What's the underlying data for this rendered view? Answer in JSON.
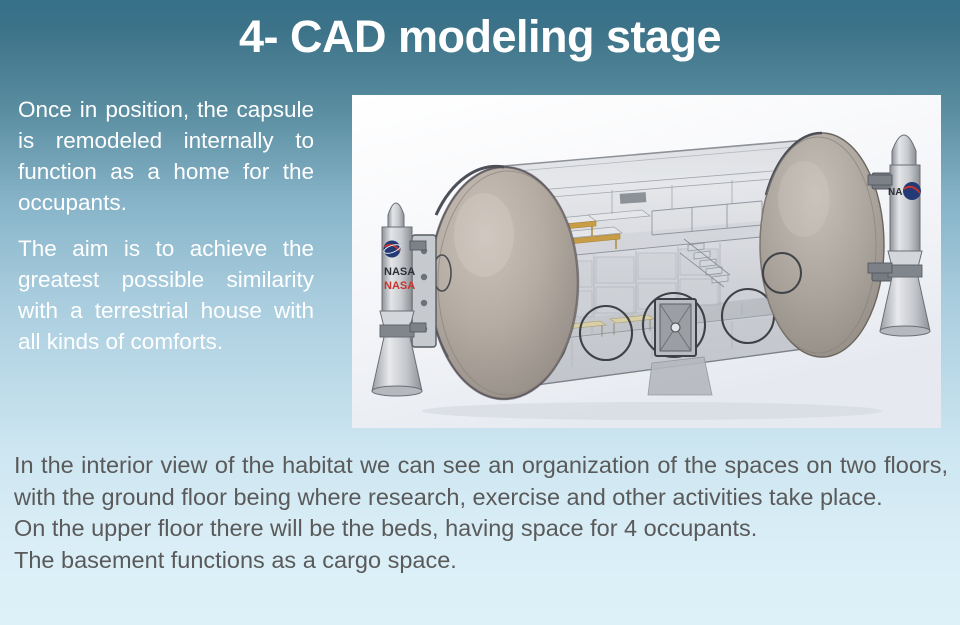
{
  "slide": {
    "title": "4- CAD modeling stage",
    "background": {
      "gradient_top": "#357089",
      "gradient_mid": "#a9cdde",
      "gradient_bottom": "#ddf1f9"
    },
    "title_color": "#ffffff"
  },
  "left_column": {
    "paragraphs": [
      "Once in position, the capsule is remodeled internally to function as a home for the occupants.",
      "The aim is to achieve the greatest possible similarity with a terrestrial house with all kinds of comforts."
    ],
    "text_color": "#ffffff"
  },
  "bottom_column": {
    "paragraphs": [
      "In the interior view of the habitat we can see an organization of the spaces on two floors, with the ground floor being where research, exercise and other activities take place.",
      "On the upper floor there will be the beds, having space for 4 occupants.",
      "The basement functions as a cargo space."
    ],
    "text_color": "#5a5a5a"
  },
  "cad_image": {
    "caption": "CAD render of cylindrical space habitat with cutaway interior",
    "background_color": "#fbfcfd",
    "hull_color": "#b9bcc2",
    "dome_color": "#b0a79f",
    "booster_color": "#c9cbd0",
    "nasa_blue": "#2a3d78",
    "nasa_red": "#c8342e",
    "wood_accent": "#c9a34a",
    "labels": {
      "nasa_meatball": "NASA",
      "nasa_worm": "NASA"
    }
  }
}
